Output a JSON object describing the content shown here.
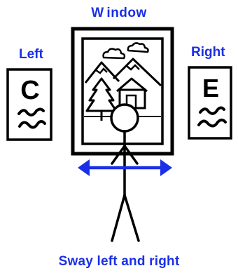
{
  "labels": {
    "window": "W indow",
    "left": "Left",
    "right": "Right",
    "caption": "Sway left and right"
  },
  "signs": {
    "left_letter": "C",
    "right_letter": "E"
  },
  "colors": {
    "label_blue": "#1a2fe6",
    "arrow_blue": "#1a2fe6",
    "ink": "#000000",
    "paper": "#ffffff"
  },
  "icons": {
    "arrow": "double-headed-arrow",
    "figure": "stick-figure"
  }
}
